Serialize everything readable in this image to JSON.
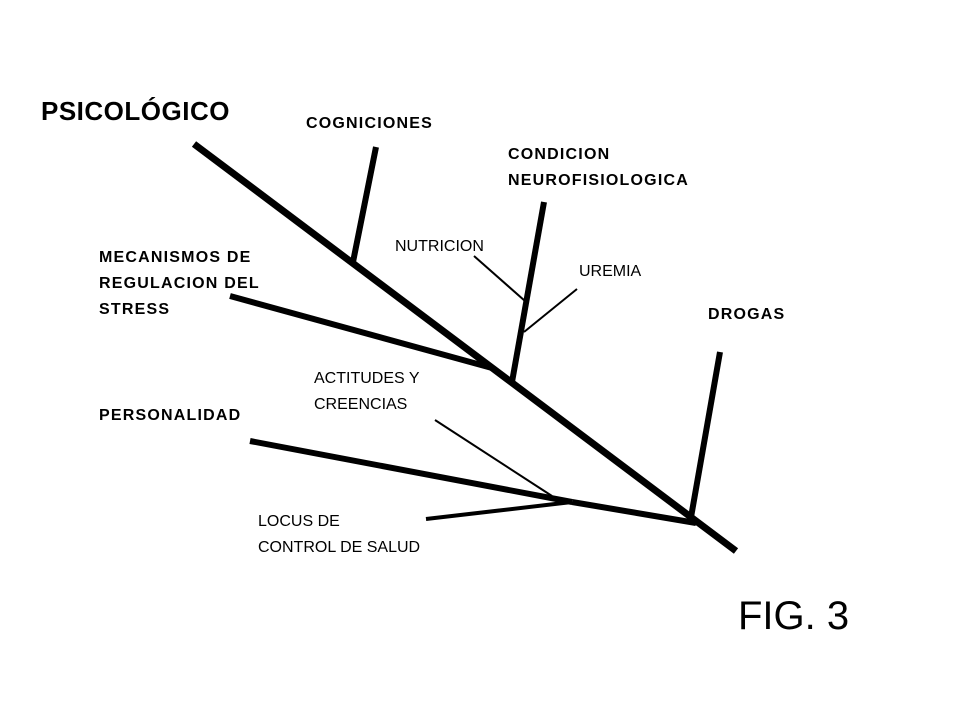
{
  "labels": {
    "psicologico": "PSICOLÓGICO",
    "cogniciones": "COGNICIONES",
    "condicion_line1": "CONDICION",
    "condicion_line2": "NEUROFISIOLOGICA",
    "nutricion": "NUTRICION",
    "uremia": "UREMIA",
    "mecanismos_line1": "MECANISMOS DE",
    "mecanismos_line2": "REGULACION DEL",
    "mecanismos_line3": "STRESS",
    "drogas": "DROGAS",
    "actitudes_line1": "ACTITUDES Y",
    "actitudes_line2": "CREENCIAS",
    "personalidad": "PERSONALIDAD",
    "locus_line1": "LOCUS DE",
    "locus_line2": "CONTROL DE SALUD"
  },
  "caption": "FIG. 3",
  "colors": {
    "ink": "#000000",
    "background": "#ffffff"
  }
}
